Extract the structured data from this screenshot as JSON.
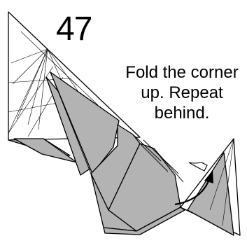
{
  "step": {
    "number": "47"
  },
  "instruction": {
    "lines": [
      "Fold the corner",
      "up. Repeat",
      "behind."
    ]
  },
  "colors": {
    "paper_front": "#ffffff",
    "paper_back": "#b3b3b3",
    "line": "#000000"
  }
}
